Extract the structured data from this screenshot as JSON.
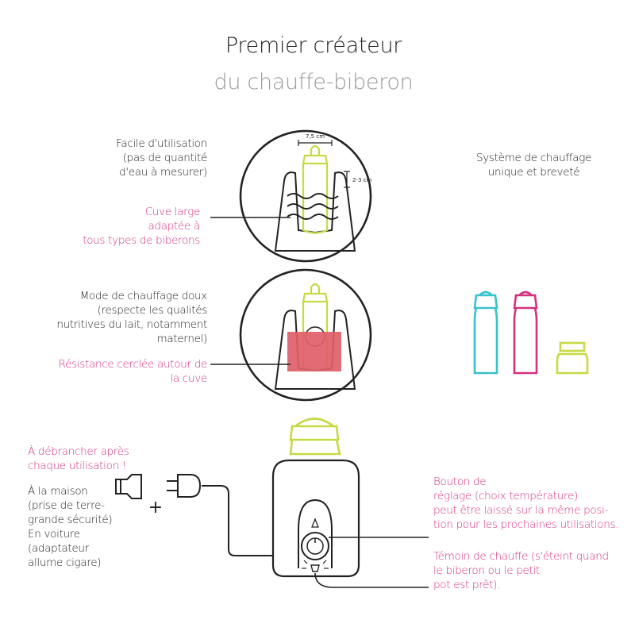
{
  "title": {
    "line1": "Premier créateur",
    "line2": "du chauffe-biberon"
  },
  "colors": {
    "pink": "#d4317f",
    "lime": "#c7d944",
    "teal": "#38c2c9",
    "magenta": "#d4317f",
    "resistance": "#e0606a",
    "ink": "#222222",
    "grey": "#9a9a9a"
  },
  "diagram1": {
    "dim_width": "7,5 cm",
    "dim_height": "2-3 cm",
    "ease": [
      "Facile d'utilisation",
      "(pas de quantité",
      "d'eau à mesurer)"
    ],
    "wide_tank": [
      "Cuve large",
      "adaptée à",
      "tous types de biberons"
    ]
  },
  "heating_system": [
    "Système de chauffage",
    "unique et breveté"
  ],
  "diagram2": {
    "mode": [
      "Mode de chauffage doux",
      "(respecte les qualités",
      "nutritives du lait, notamment",
      "maternel)"
    ],
    "resistance": [
      "Résistance cerclée autour de",
      "la cuve"
    ]
  },
  "unplug": [
    "À débrancher après",
    "chaque utilisation !"
  ],
  "power": [
    "À la maison",
    "(prise de terre-",
    "grande sécurité)",
    "En voiture",
    "(adaptateur",
    "allume cigare)"
  ],
  "knob": [
    "Bouton de",
    "réglage (choix température)",
    "peut être laissé sur la même posi-",
    "tion pour les prochaines utilisations."
  ],
  "indicator": [
    "Témoin de chauffe (s'éteint quand",
    "le biberon ou le petit",
    "pot est prêt)."
  ],
  "plus_sign": "+"
}
